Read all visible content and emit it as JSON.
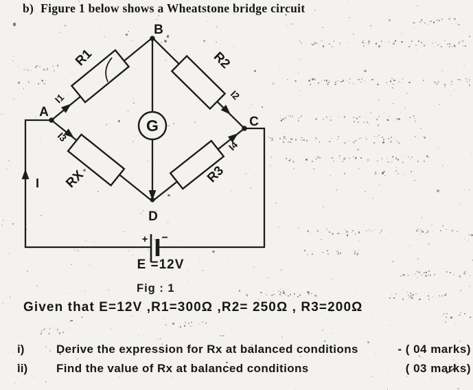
{
  "page": {
    "question_label": "b)",
    "question_text": "Figure 1 below shows a Wheatstone bridge circuit",
    "fig_caption": "Fig : 1",
    "given_text": "Given that E=12V ,R1=300Ω ,R2= 250Ω , R3=200Ω"
  },
  "questions": [
    {
      "numeral": "i)",
      "text": "Derive the expression for Rx at balanced conditions",
      "marks": "- ( 04 marks)"
    },
    {
      "numeral": "ii)",
      "text": "Find the value of Rx at balanced conditions",
      "marks": "( 03 marks)"
    }
  ],
  "circuit": {
    "nodes": {
      "top": "B",
      "left": "A",
      "right": "C",
      "bottom": "D"
    },
    "galvanometer_label": "G",
    "resistors": {
      "r1": "R1",
      "r2": "R2",
      "rx": "RX",
      "r3": "R3"
    },
    "currents": {
      "i1": "I1",
      "i2": "I2",
      "i3": "I3",
      "i4": "I4",
      "main": "I"
    },
    "battery": {
      "label": "E =12V",
      "plus": "+",
      "minus": "−"
    },
    "given_values": {
      "E": "12V",
      "R1": "300Ω",
      "R2": "250Ω",
      "R3": "200Ω"
    }
  },
  "colors": {
    "ink": "#1c1c1c",
    "paper": "#f3f2ee"
  }
}
